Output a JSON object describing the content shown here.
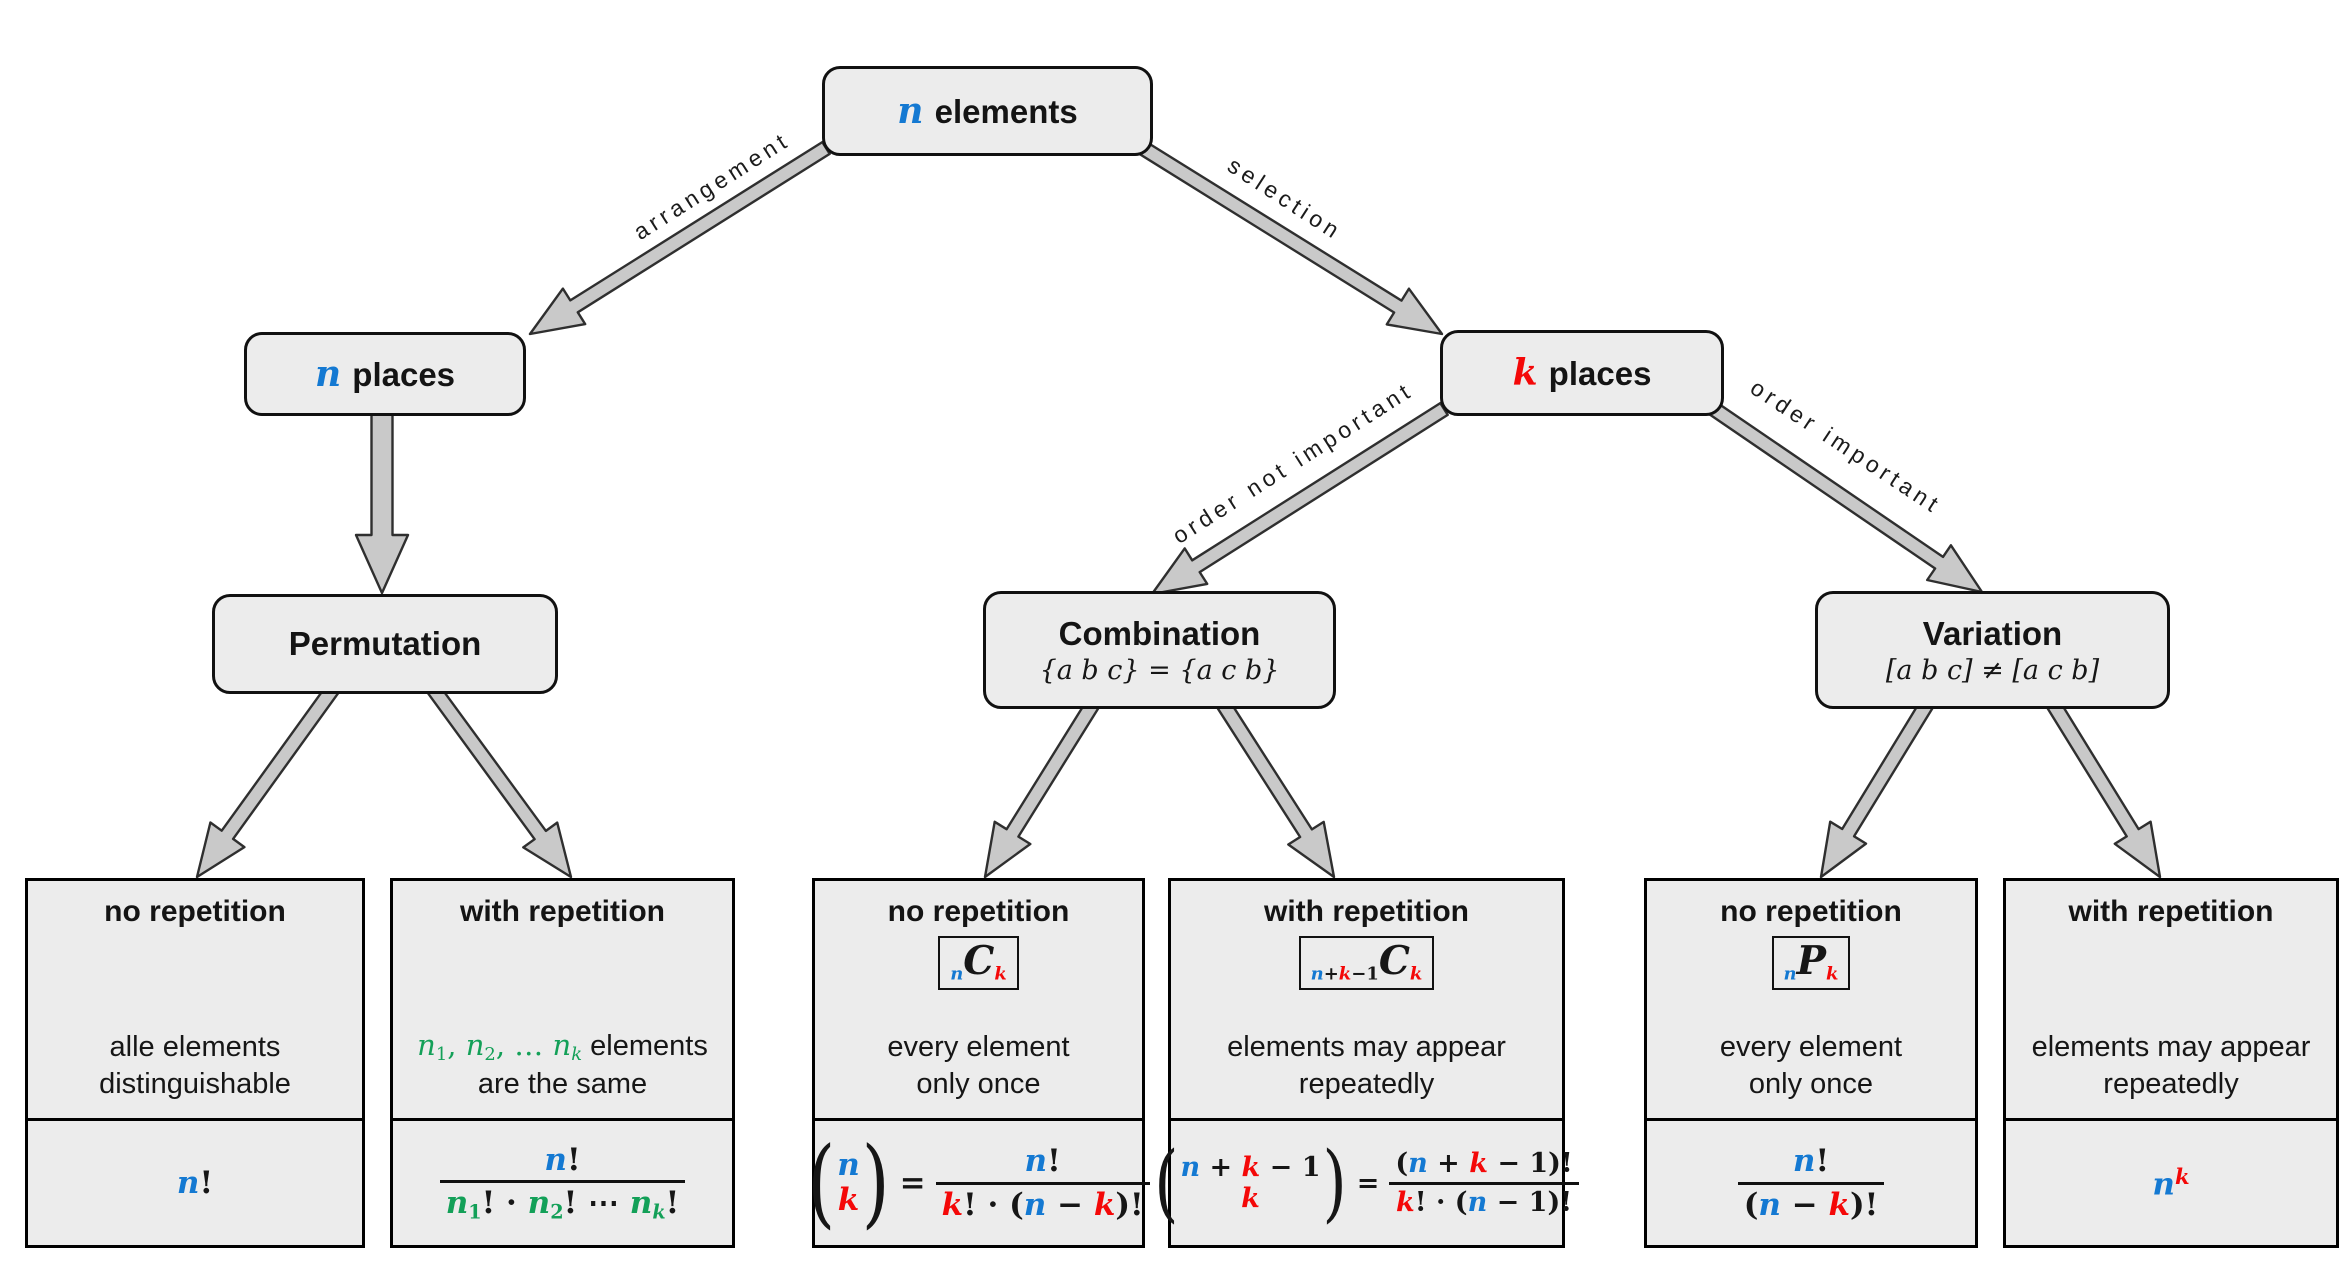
{
  "palette": {
    "blue": "#1479d2",
    "red": "#f40808",
    "green": "#13a058",
    "box_fill": "#ececec",
    "box_border": "#111111",
    "arrow_fill": "#c9c9c9",
    "arrow_stroke": "#2f2f2f"
  },
  "root": {
    "var": "n",
    "rest": " elements"
  },
  "level2": [
    {
      "var": "n",
      "rest": " places"
    },
    {
      "var": "k",
      "rest": " places"
    }
  ],
  "level3": [
    {
      "title": "Permutation",
      "subtitle": ""
    },
    {
      "title": "Combination",
      "subtitle": "{a b c} = {a c b}"
    },
    {
      "title": "Variation",
      "subtitle": "[a b c] ≠ [a c b]"
    }
  ],
  "edge_labels": {
    "arrangement": "arrangement",
    "selection": "selection",
    "order_not_important": "order not important",
    "order_important": "order important"
  },
  "leaves": [
    {
      "title": "no repetition",
      "badge": null,
      "desc": [
        [
          [
            "alle elements",
            "t"
          ]
        ],
        [
          [
            "distinguishable",
            "t"
          ]
        ]
      ],
      "formula": {
        "kind": "tokens",
        "tokens": [
          [
            "n",
            "vb"
          ],
          [
            "!",
            "pk"
          ]
        ]
      }
    },
    {
      "title": "with repetition",
      "badge": null,
      "desc": [
        [
          [
            "n",
            "vgl"
          ],
          [
            "1",
            "sg"
          ],
          [
            ", ",
            "pgl"
          ],
          [
            "n",
            "vgl"
          ],
          [
            "2",
            "sg"
          ],
          [
            ", … ",
            "pgl"
          ],
          [
            "n",
            "vgl"
          ],
          [
            "k",
            "sgi"
          ],
          [
            " elements",
            "t"
          ]
        ],
        [
          [
            "are the same",
            "t"
          ]
        ]
      ],
      "formula": {
        "kind": "frac",
        "num": [
          [
            "n",
            "vb"
          ],
          [
            "!",
            "pk"
          ]
        ],
        "den": [
          [
            "n",
            "vg"
          ],
          [
            "1",
            "sgb"
          ],
          [
            "! · ",
            "pk"
          ],
          [
            "n",
            "vg"
          ],
          [
            "2",
            "sgb"
          ],
          [
            "! ⋯ ",
            "pk"
          ],
          [
            "n",
            "vg"
          ],
          [
            "k",
            "sgbi"
          ],
          [
            "!",
            "pk"
          ]
        ]
      }
    },
    {
      "title": "no repetition",
      "badge": [
        [
          "n",
          "sbb"
        ],
        [
          "C",
          "bigop"
        ],
        [
          "k",
          "srb"
        ]
      ],
      "desc": [
        [
          [
            "every element",
            "t"
          ]
        ],
        [
          [
            "only once",
            "t"
          ]
        ]
      ],
      "formula": {
        "kind": "eq",
        "parts": [
          {
            "kind": "binom",
            "top": [
              [
                "n",
                "vb"
              ]
            ],
            "bot": [
              [
                "k",
                "vr"
              ]
            ]
          },
          {
            "kind": "tokens",
            "tokens": [
              [
                "=",
                "pk"
              ]
            ]
          },
          {
            "kind": "frac",
            "num": [
              [
                "n",
                "vb"
              ],
              [
                "!",
                "pk"
              ]
            ],
            "den": [
              [
                "k",
                "vr"
              ],
              [
                "! · (",
                "pk"
              ],
              [
                "n",
                "vb"
              ],
              [
                " − ",
                "pk"
              ],
              [
                "k",
                "vr"
              ],
              [
                ")!",
                "pk"
              ]
            ]
          }
        ]
      }
    },
    {
      "title": "with repetition",
      "badge": [
        [
          "n",
          "sbb"
        ],
        [
          "+",
          "skb"
        ],
        [
          "k",
          "srb"
        ],
        [
          "−1",
          "skb"
        ],
        [
          "C",
          "bigop"
        ],
        [
          "k",
          "srb"
        ]
      ],
      "desc": [
        [
          [
            "elements may appear",
            "t"
          ]
        ],
        [
          [
            "repeatedly",
            "t"
          ]
        ]
      ],
      "formula": {
        "kind": "eq",
        "parts": [
          {
            "kind": "binom",
            "top": [
              [
                "n",
                "vb"
              ],
              [
                " + ",
                "pk"
              ],
              [
                "k",
                "vr"
              ],
              [
                " − ",
                "pk"
              ],
              [
                "1",
                "pk"
              ]
            ],
            "bot": [
              [
                "k",
                "vr"
              ]
            ]
          },
          {
            "kind": "tokens",
            "tokens": [
              [
                "=",
                "pk"
              ]
            ]
          },
          {
            "kind": "frac",
            "num": [
              [
                "(",
                "pk"
              ],
              [
                "n",
                "vb"
              ],
              [
                " + ",
                "pk"
              ],
              [
                "k",
                "vr"
              ],
              [
                " − ",
                "pk"
              ],
              [
                "1",
                "pk"
              ],
              [
                ")!",
                "pk"
              ]
            ],
            "den": [
              [
                "k",
                "vr"
              ],
              [
                "! · (",
                "pk"
              ],
              [
                "n",
                "vb"
              ],
              [
                " − ",
                "pk"
              ],
              [
                "1",
                "pk"
              ],
              [
                ")!",
                "pk"
              ]
            ]
          }
        ]
      }
    },
    {
      "title": "no repetition",
      "badge": [
        [
          "n",
          "sbb"
        ],
        [
          "P",
          "bigop"
        ],
        [
          "k",
          "srb"
        ]
      ],
      "desc": [
        [
          [
            "every element",
            "t"
          ]
        ],
        [
          [
            "only once",
            "t"
          ]
        ]
      ],
      "formula": {
        "kind": "frac",
        "num": [
          [
            "n",
            "vb"
          ],
          [
            "!",
            "pk"
          ]
        ],
        "den": [
          [
            "(",
            "pk"
          ],
          [
            "n",
            "vb"
          ],
          [
            " − ",
            "pk"
          ],
          [
            "k",
            "vr"
          ],
          [
            ")!",
            "pk"
          ]
        ]
      }
    },
    {
      "title": "with repetition",
      "badge": null,
      "desc": [
        [
          [
            "elements may appear",
            "t"
          ]
        ],
        [
          [
            "repeatedly",
            "t"
          ]
        ]
      ],
      "formula": {
        "kind": "tokens",
        "tokens": [
          [
            "n",
            "vb"
          ],
          [
            "k",
            "supr"
          ]
        ]
      }
    }
  ]
}
